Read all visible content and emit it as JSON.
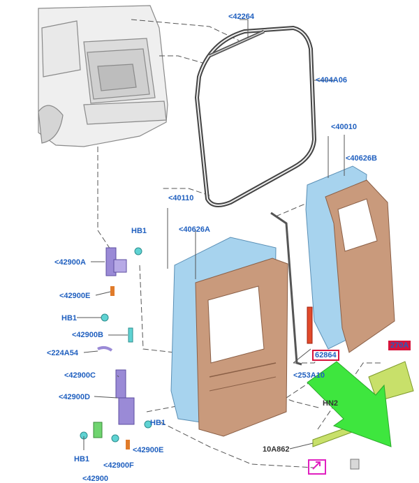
{
  "labels": {
    "l42264": "<42264",
    "l404A06": "<404A06",
    "l40010": "<40010",
    "l40626B": "<40626B",
    "l40110": "<40110",
    "l40626A": "<40626A",
    "hb1_a": "HB1",
    "l42900A": "<42900A",
    "l42900E_a": "<42900E",
    "hb1_b": "HB1",
    "l42900B": "<42900B",
    "l224A54": "<224A54",
    "l42900C": "<42900C",
    "l42900D": "<42900D",
    "hb1_c": "HB1",
    "hb1_d": "HB1",
    "l42900E_b": "<42900E",
    "l42900F": "<42900F",
    "l62864": "62864",
    "l253A10": "<253A10",
    "l270A": "270A",
    "lHN2": "HN2",
    "l10A862": "10A862",
    "lBottom": "<42900"
  },
  "colors": {
    "label_blue": "#1f5fbf",
    "highlight_red": "#d6143c",
    "callout_arrow_green": "#3ee63e",
    "door_inner_blue": "#a7d3ee",
    "door_panel_tan": "#c99a7c",
    "bracket_green": "#c8e06a",
    "hinge_purple": "#9a8ad6",
    "clip_teal": "#5fd3d3",
    "bolt_orange": "#e07b2a",
    "magenta_box": "#e020c0"
  },
  "icons": {
    "arrow": "callout-arrow-icon",
    "selector": "selector-arrow-icon"
  }
}
